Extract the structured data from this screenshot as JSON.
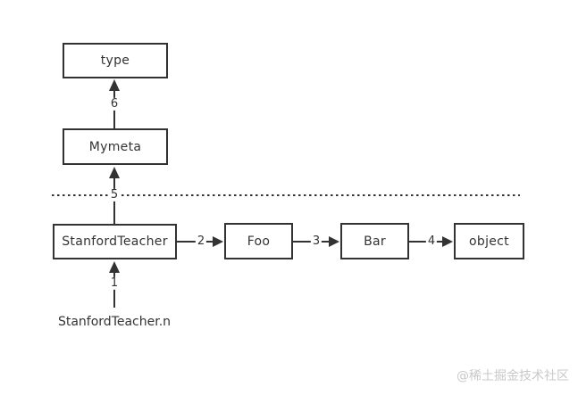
{
  "diagram": {
    "nodes": {
      "type": "type",
      "mymeta": "Mymeta",
      "stanford_teacher": "StanfordTeacher",
      "foo": "Foo",
      "bar": "Bar",
      "object": "object"
    },
    "edge_labels": {
      "e1": "1",
      "e2": "2",
      "e3": "3",
      "e4": "4",
      "e5": "5",
      "e6": "6"
    },
    "caption": "StanfordTeacher.n",
    "colors": {
      "line": "#333333",
      "watermark": "#c9c9c9",
      "background": "#ffffff"
    }
  },
  "watermark": "@稀土掘金技术社区"
}
